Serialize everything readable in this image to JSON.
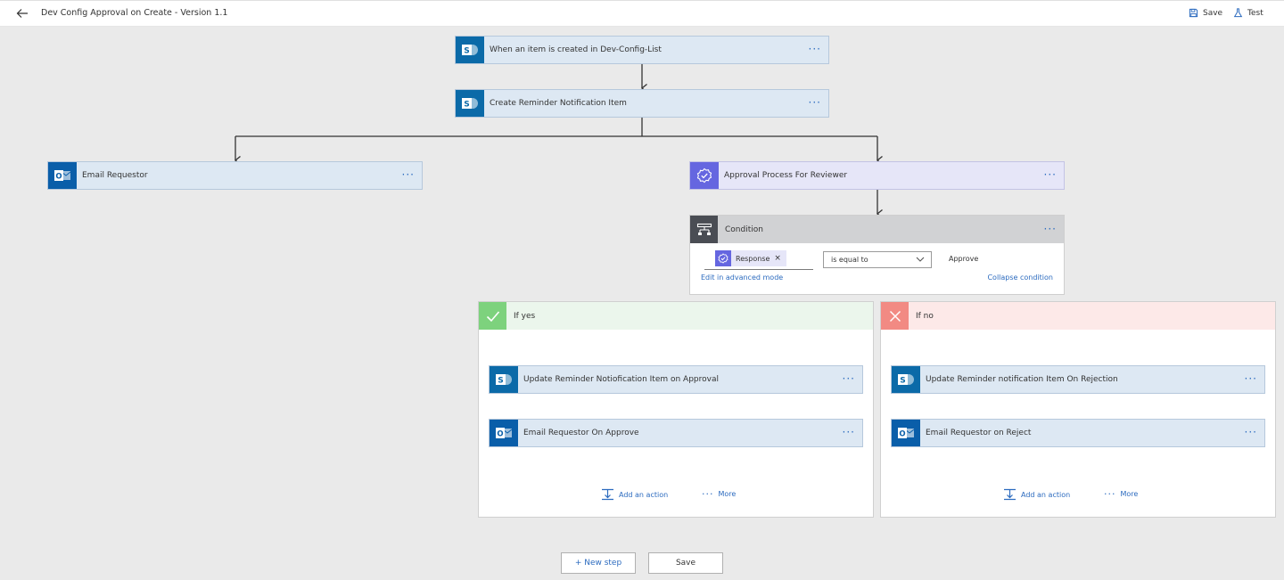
{
  "header": {
    "title": "Dev Config Approval on Create - Version 1.1",
    "save_label": "Save",
    "test_label": "Test"
  },
  "steps": {
    "trigger": "When an item is created in Dev-Config-List",
    "create_reminder": "Create Reminder Notification Item",
    "email_requestor": "Email Requestor",
    "approval": "Approval Process For Reviewer",
    "more_label": "···"
  },
  "condition": {
    "title": "Condition",
    "token": "Response",
    "token_remove": "×",
    "operator": "is equal to",
    "value": "Approve",
    "edit_advanced": "Edit in advanced mode",
    "collapse": "Collapse condition"
  },
  "branch_yes": {
    "label": "If yes",
    "step1": "Update Reminder Notiofication Item on Approval",
    "step2": "Email Requestor On Approve",
    "add_action": "Add an action",
    "more": "More"
  },
  "branch_no": {
    "label": "If no",
    "step1": "Update Reminder notification Item On Rejection",
    "step2": "Email Requestor on Reject",
    "add_action": "Add an action",
    "more": "More"
  },
  "footer": {
    "new_step": "+ New step",
    "save": "Save"
  },
  "colors": {
    "sharepoint": "#0b6aa8",
    "outlook": "#0a5ea9",
    "approval": "#6566e0",
    "yes": "#7dd27d",
    "no": "#f28a83",
    "link": "#2c6bbf"
  },
  "icons": {
    "sharepoint": "sharepoint-icon",
    "outlook": "outlook-icon",
    "approval": "approval-icon",
    "condition": "condition-icon",
    "check": "check-icon",
    "cross": "close-icon",
    "back": "back-arrow-icon",
    "save": "save-icon",
    "test": "flask-icon"
  }
}
